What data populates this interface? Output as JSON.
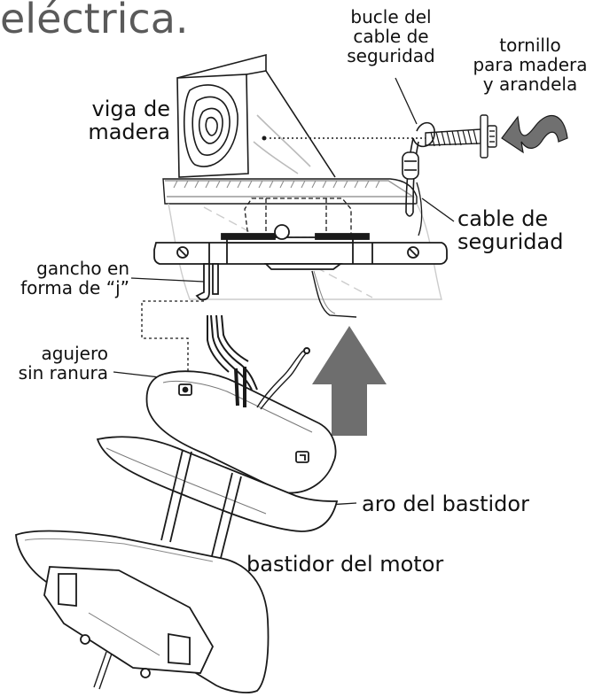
{
  "title": "eléctrica.",
  "labels": {
    "safety_cable_loop": [
      "bucle del",
      "cable de",
      "seguridad"
    ],
    "wood_screw_washer": [
      "tornillo",
      "para madera",
      "y arandela"
    ],
    "wood_beam": [
      "viga de",
      "madera"
    ],
    "safety_cable": [
      "cable de",
      "seguridad"
    ],
    "j_hook": [
      "gancho en",
      "forma de “j”"
    ],
    "unslotted_hole": [
      "agujero",
      "sin ranura"
    ],
    "housing_ring": "aro del bastidor",
    "motor_housing": "bastidor del motor"
  },
  "colors": {
    "line": "#1a1a1a",
    "arrow": "#6e6e6e",
    "title": "#5a5a5a"
  }
}
